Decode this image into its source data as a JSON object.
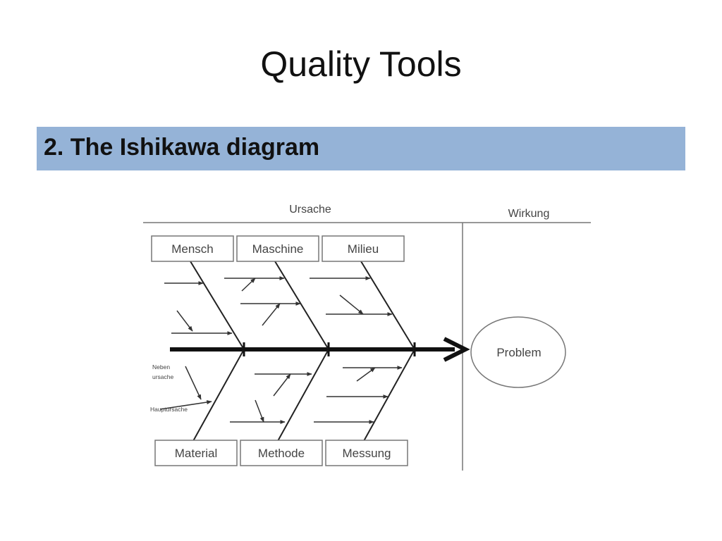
{
  "slide": {
    "title": "Quality Tools",
    "section_heading": "2. The Ishikawa diagram"
  },
  "diagram": {
    "cause_header": "Ursache",
    "effect_header": "Wirkung",
    "effect": "Problem",
    "top_categories": [
      "Mensch",
      "Maschine",
      "Milieu"
    ],
    "bottom_categories": [
      "Material",
      "Methode",
      "Messung"
    ],
    "sub_cause_label": "Neben\nursache",
    "main_cause_label": "Hauptursache"
  }
}
